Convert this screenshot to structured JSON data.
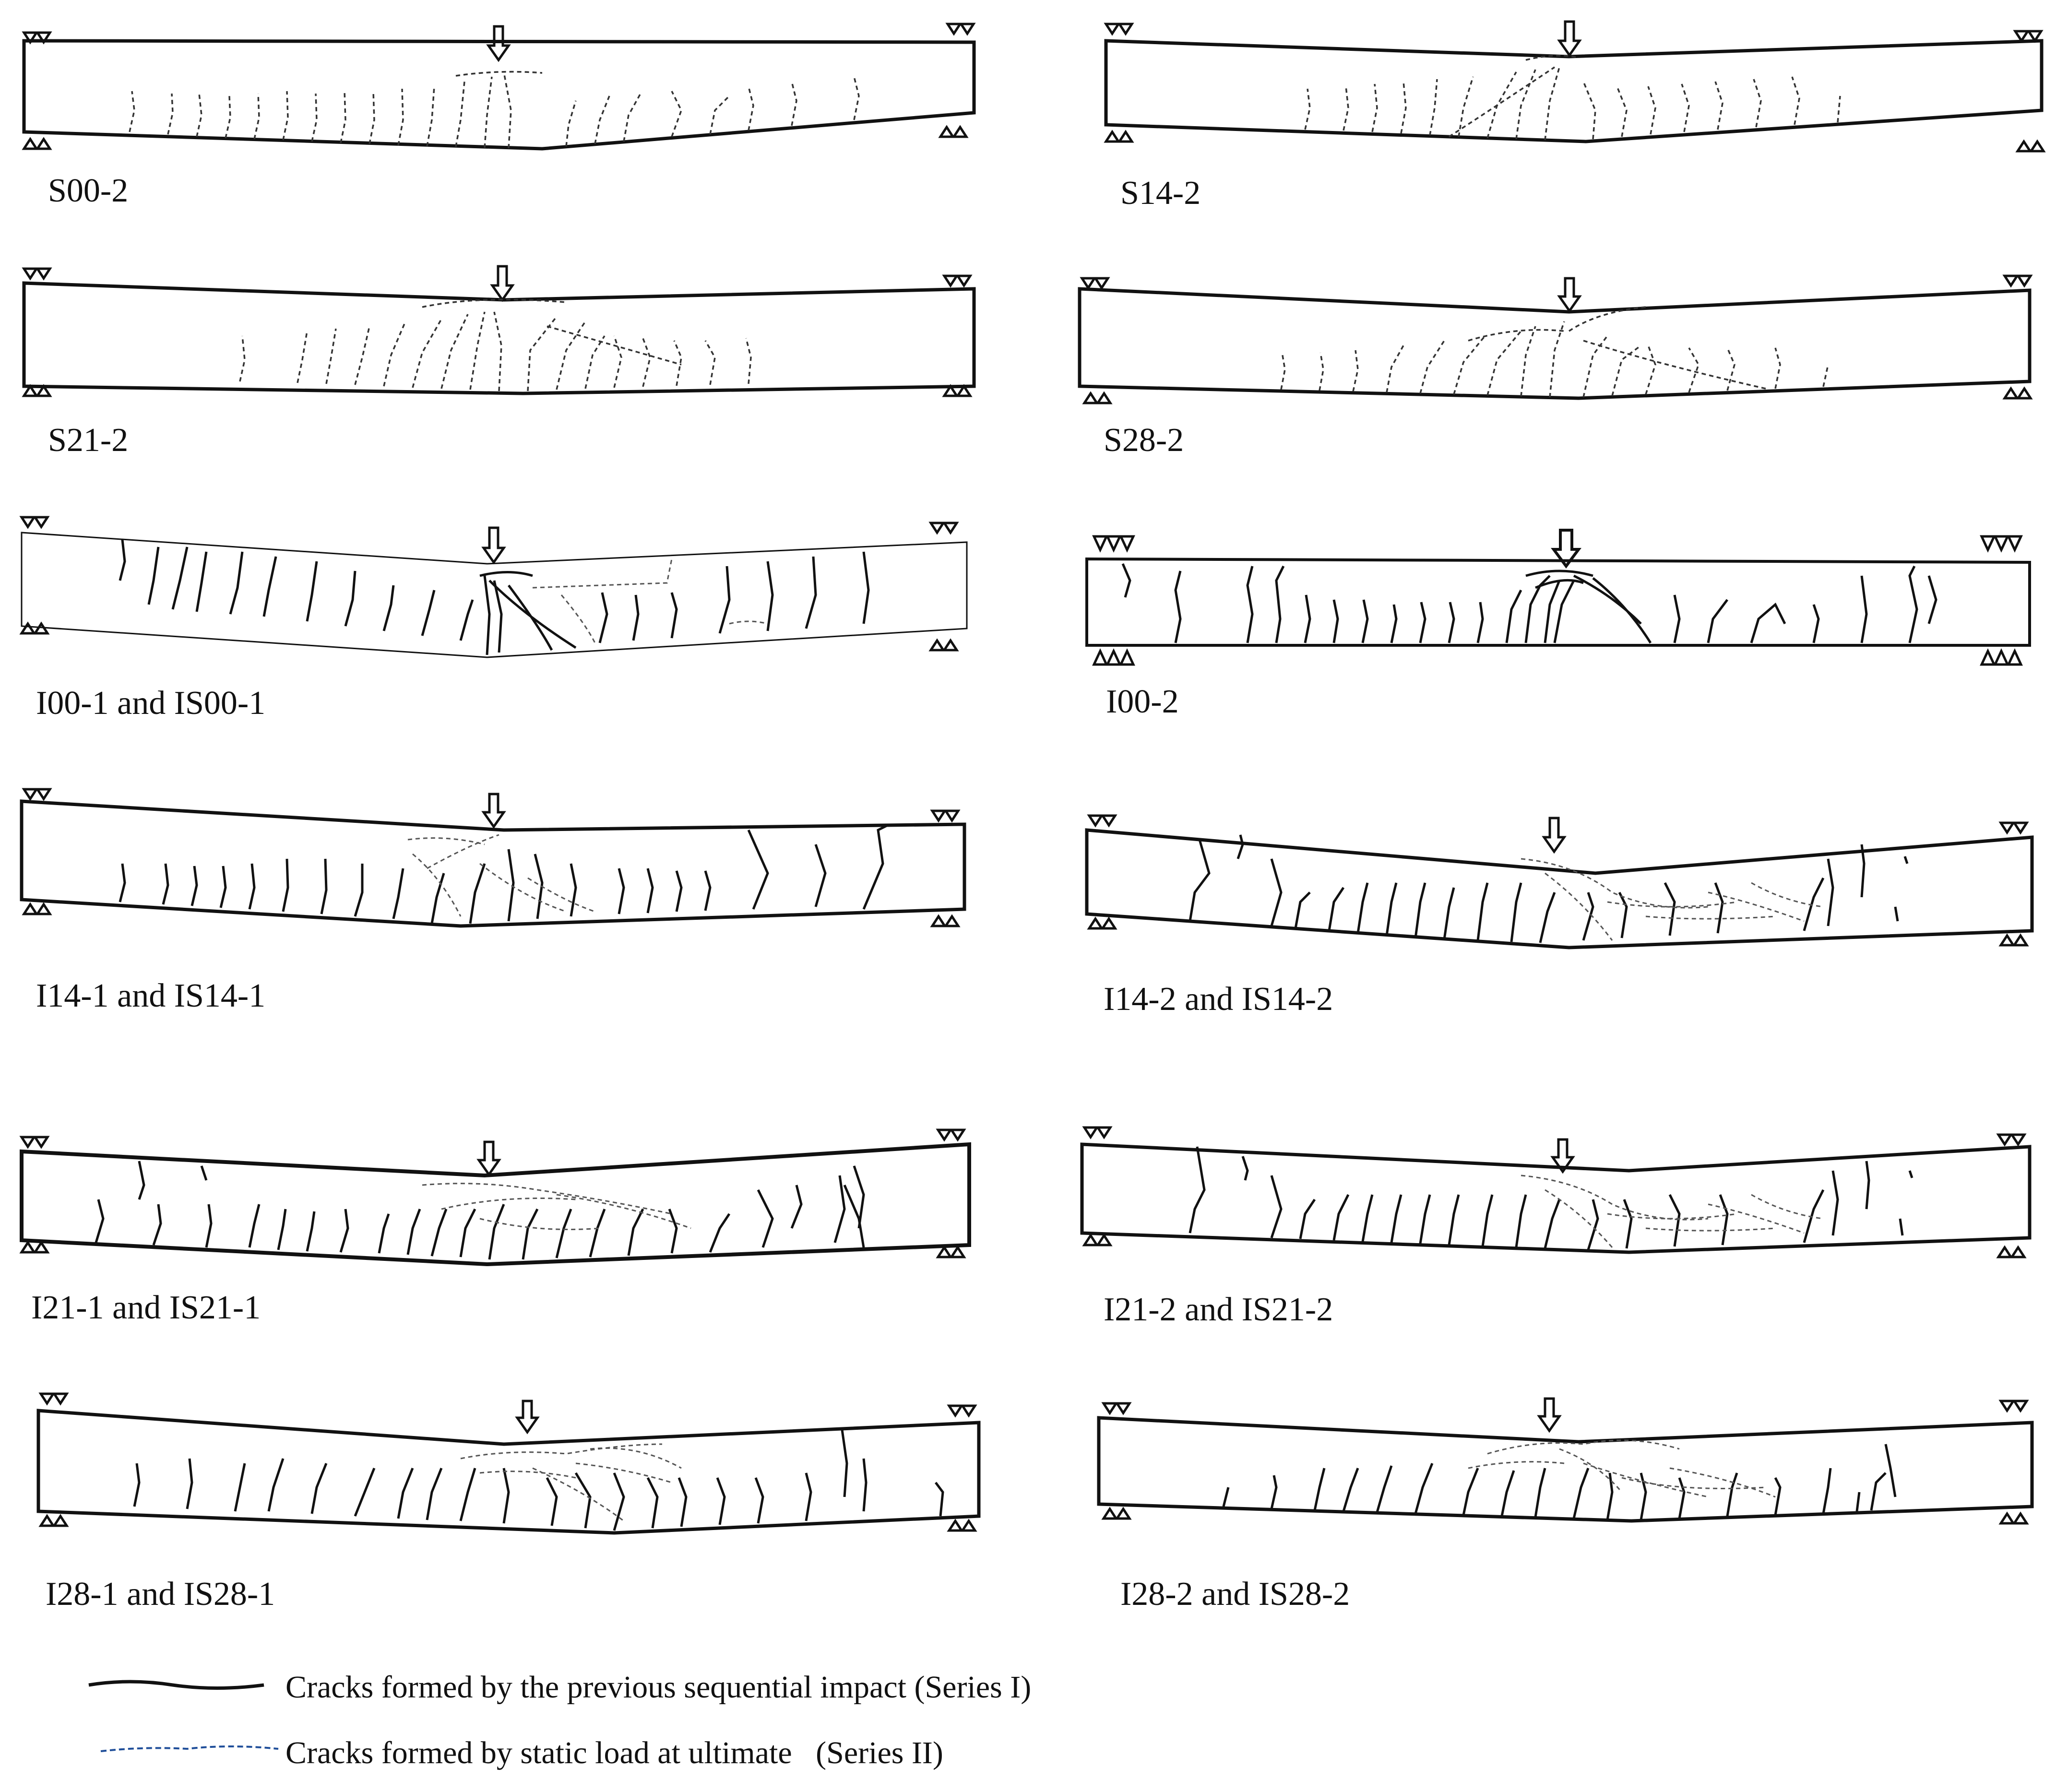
{
  "beams": [
    {
      "label": "S00-2"
    },
    {
      "label": "S14-2"
    },
    {
      "label": "S21-2"
    },
    {
      "label": "S28-2"
    },
    {
      "label": "I00-1 and IS00-1"
    },
    {
      "label": "I00-2"
    },
    {
      "label": "I14-1 and IS14-1"
    },
    {
      "label": "I14-2 and IS14-2"
    },
    {
      "label": "I21-1 and IS21-1"
    },
    {
      "label": "I21-2 and IS21-2"
    },
    {
      "label": "I28-1 and IS28-1"
    },
    {
      "label": "I28-2 and IS28-2"
    }
  ],
  "legend": {
    "solid_label": "Cracks formed by the previous sequential impact (Series I)",
    "dashed_label": "Cracks formed by static load at ultimate   (Series II)",
    "dashed_color": "#1f4e99"
  }
}
